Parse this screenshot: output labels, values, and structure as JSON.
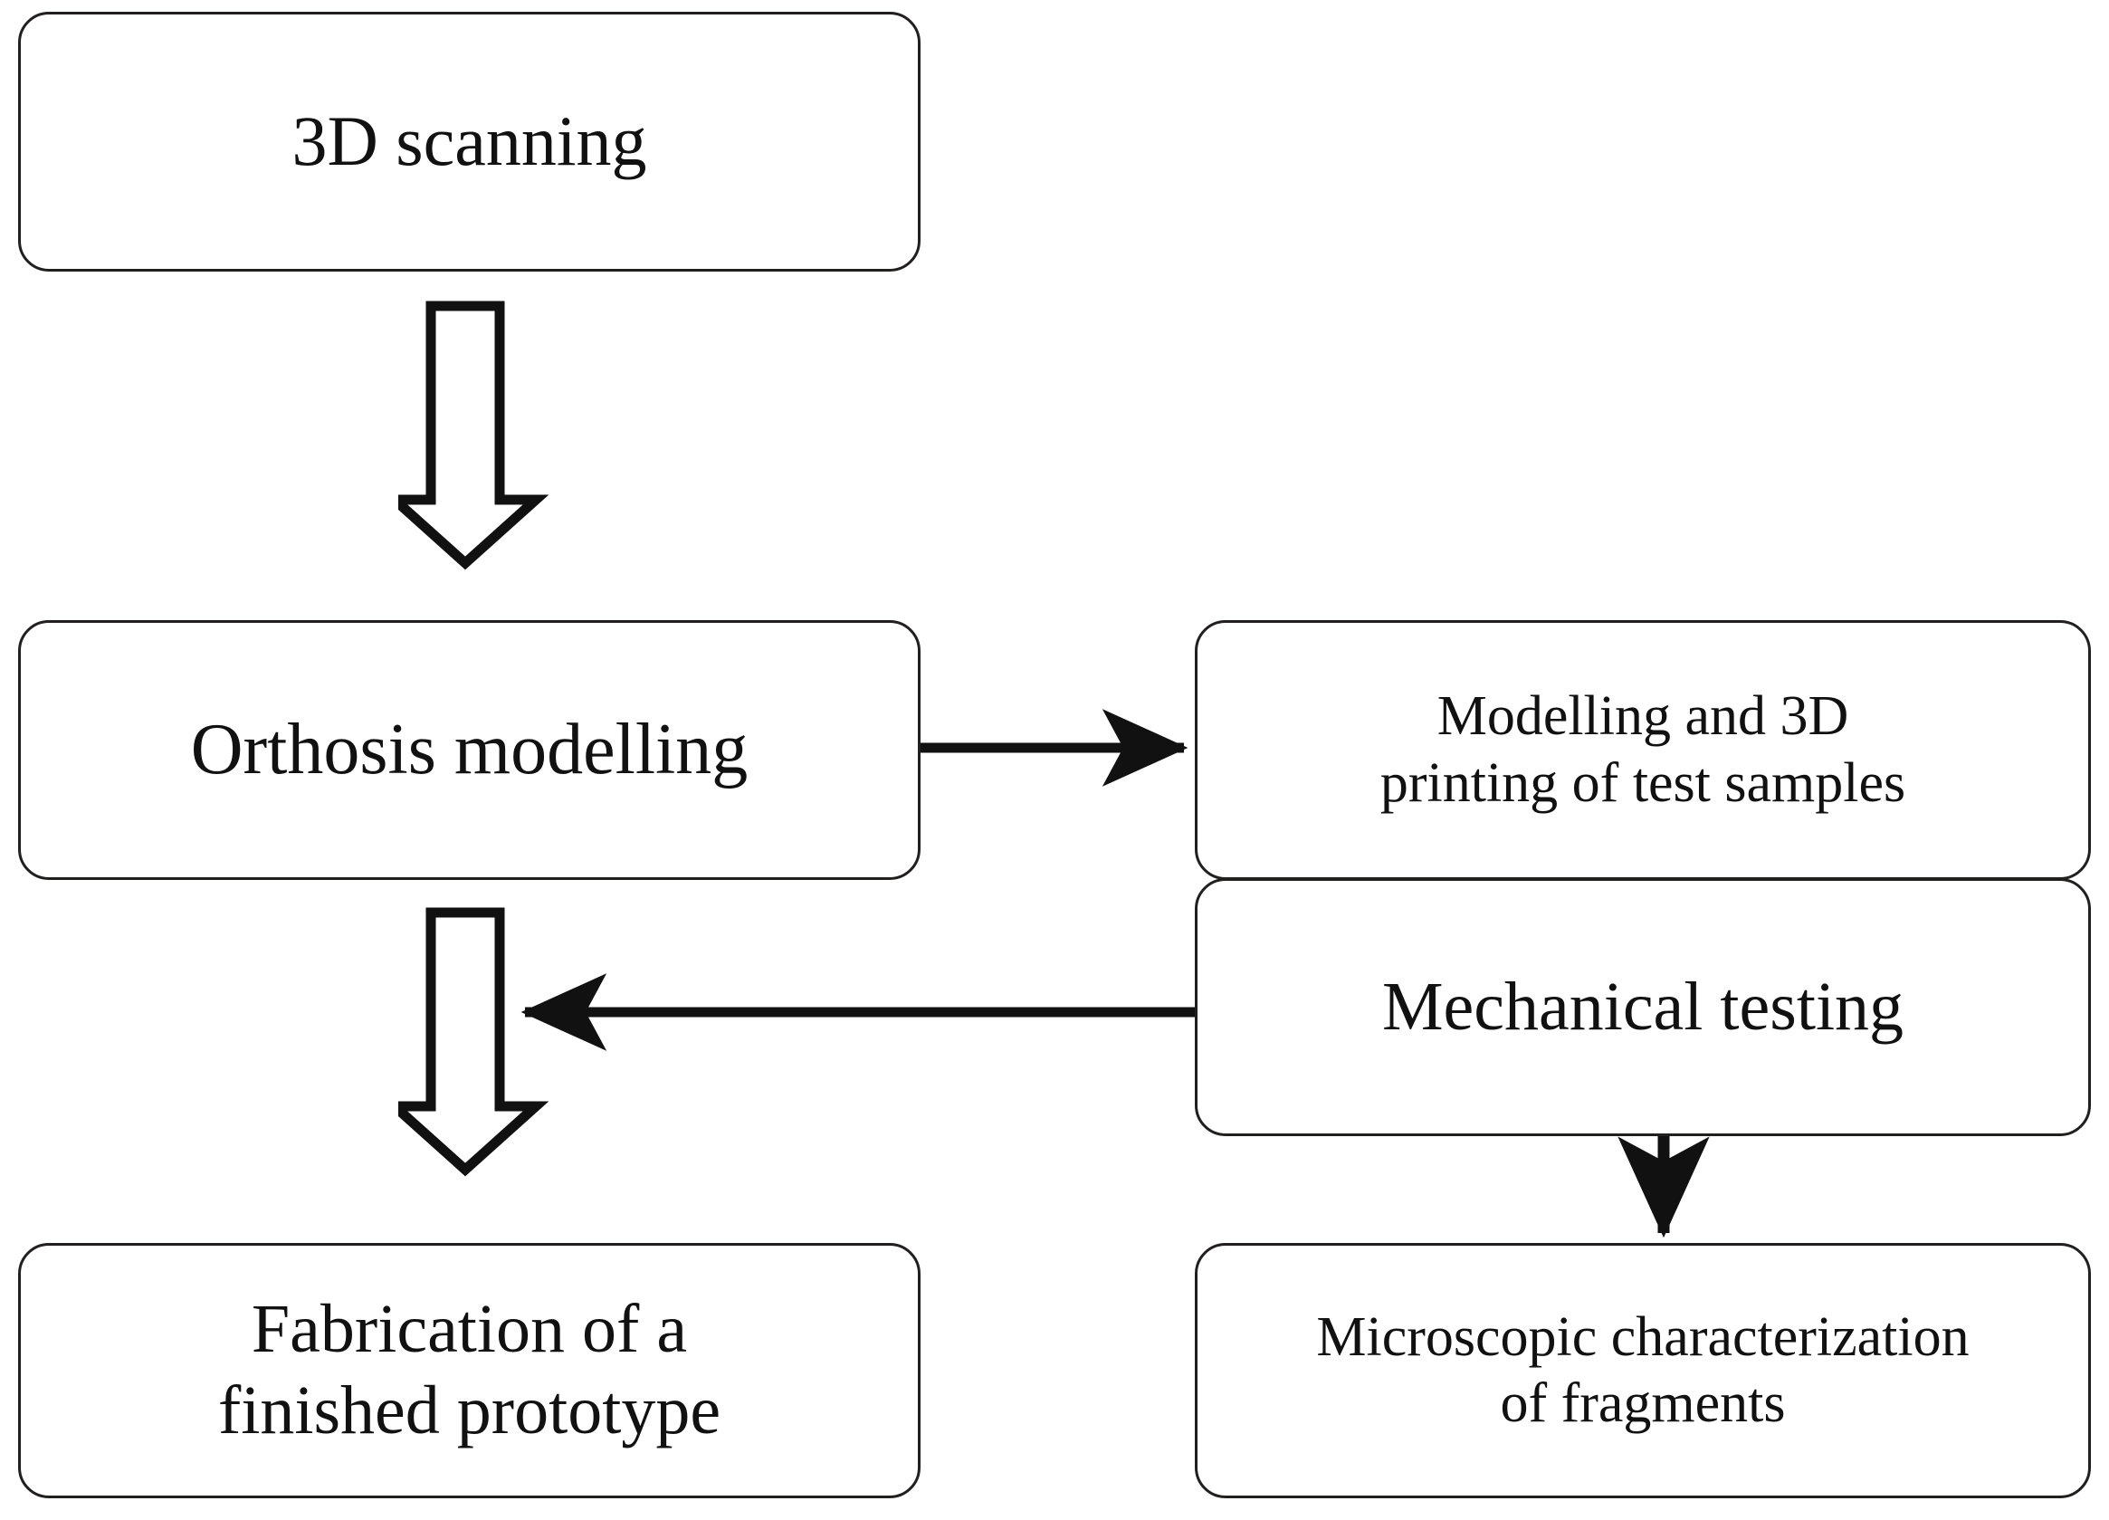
{
  "diagram": {
    "title": "Orthosis development workflow flowchart",
    "background_color": "#ffffff",
    "stroke_color": "#221f1f",
    "text_color": "#111111",
    "nodes": [
      {
        "id": "scan",
        "label": "3D scanning"
      },
      {
        "id": "orthosis",
        "label": "Orthosis modelling"
      },
      {
        "id": "fabrication",
        "label": "Fabrication of a\nfinished prototype"
      },
      {
        "id": "modelling",
        "label": "Modelling and 3D\nprinting of test samples"
      },
      {
        "id": "mechanical",
        "label": "Mechanical testing"
      },
      {
        "id": "micro",
        "label": "Microscopic characterization\nof fragments"
      }
    ],
    "connectors": [
      {
        "id": "scan-to-orthosis",
        "style": "block-arrow",
        "direction": "down",
        "from": "scan",
        "to": "orthosis"
      },
      {
        "id": "orthosis-to-fabrication",
        "style": "block-arrow",
        "direction": "down",
        "from": "orthosis",
        "to": "fabrication"
      },
      {
        "id": "orthosis-to-modelling",
        "style": "line-arrow",
        "direction": "right",
        "from": "orthosis",
        "to": "modelling"
      },
      {
        "id": "mechanical-to-orthosis",
        "style": "line-arrow",
        "direction": "left",
        "from": "mechanical",
        "to": "orthosis"
      },
      {
        "id": "mechanical-to-micro",
        "style": "line-arrow",
        "direction": "down",
        "from": "mechanical",
        "to": "micro"
      }
    ]
  }
}
